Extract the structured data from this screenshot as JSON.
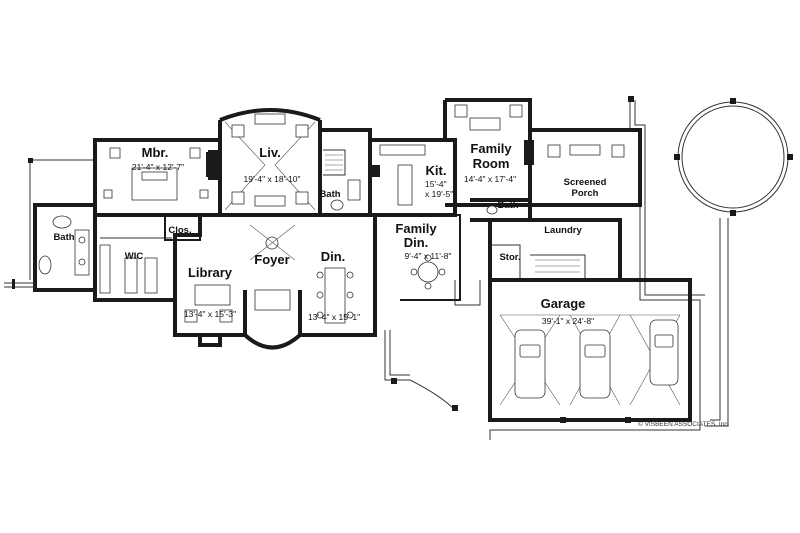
{
  "rooms": {
    "mbr": {
      "name": "Mbr.",
      "dim": "21'-4\" x 12'-7\""
    },
    "liv": {
      "name": "Liv.",
      "dim": "19'-4\" x 18'-10\""
    },
    "kit": {
      "name": "Kit.",
      "dim1": "15'-4\"",
      "dim2": "x 19'-5\""
    },
    "family_room": {
      "name1": "Family",
      "name2": "Room",
      "dim": "14'-4\" x 17'-4\""
    },
    "screened_porch": {
      "name1": "Screened",
      "name2": "Porch"
    },
    "bath_master": {
      "name": "Bath"
    },
    "bath_liv": {
      "name": "Bath"
    },
    "bath_family": {
      "name": "Bath"
    },
    "wic": {
      "name": "WIC"
    },
    "clos": {
      "name": "Clos."
    },
    "library": {
      "name": "Library",
      "dim": "13'-4\" x 15'-3\""
    },
    "foyer": {
      "name": "Foyer"
    },
    "din": {
      "name": "Din.",
      "dim": "13'-4\" x 15'-1\""
    },
    "family_din": {
      "name1": "Family",
      "name2": "Din.",
      "dim": "9'-4\" x 11'-8\""
    },
    "laundry": {
      "name": "Laundry"
    },
    "stor": {
      "name": "Stor."
    },
    "garage": {
      "name": "Garage",
      "dim": "39'-1\" x 24'-8\""
    }
  },
  "credit": "© VISBEEN ASSOCIATES, Inc."
}
